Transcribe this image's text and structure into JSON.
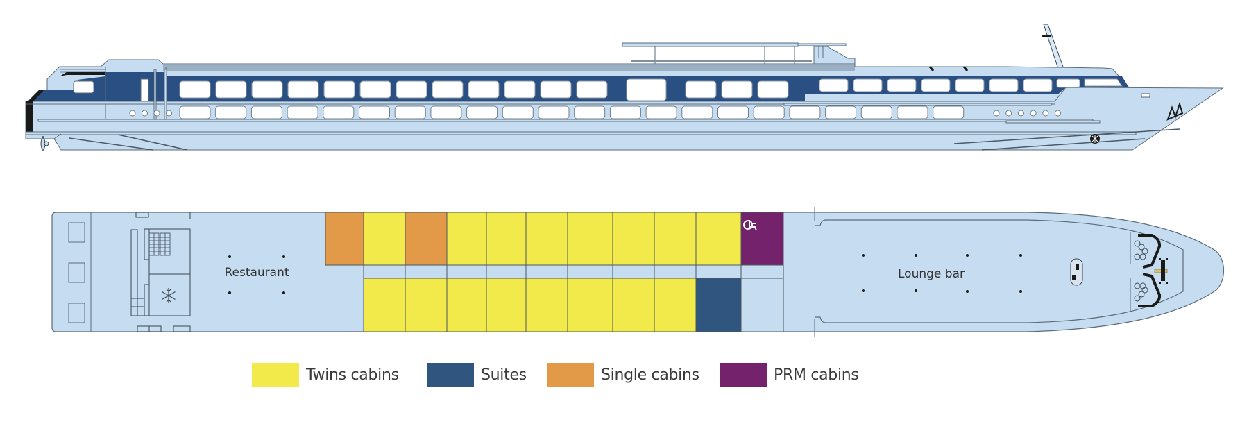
{
  "diagram": {
    "title_visible": false,
    "colors": {
      "hull": "#c6ddf1",
      "hull_stroke": "#5b6b7a",
      "band": "#2a4f82",
      "window": "#ffffff",
      "twin": "#f2ea4a",
      "suite": "#305680",
      "single": "#e39a48",
      "prm": "#74226b",
      "black": "#1a1a1a"
    },
    "profile_view": {
      "name": "side-elevation",
      "upper_windows_main": 12,
      "upper_windows_after_panorama": 3,
      "upper_windows_forward": 7,
      "lower_windows": 22,
      "stern_portholes": 4,
      "bow_portholes": 6
    },
    "deck_plan": {
      "rooms": {
        "restaurant": "Restaurant",
        "lounge": "Lounge bar"
      },
      "upper_row": [
        "single",
        "twin",
        "single",
        "twin",
        "twin",
        "twin",
        "twin",
        "twin",
        "twin",
        "twin",
        "prm"
      ],
      "lower_row": [
        "corridor",
        "twin",
        "twin",
        "twin",
        "twin",
        "twin",
        "twin",
        "twin",
        "twin",
        "suite",
        "corridor"
      ]
    },
    "legend": [
      {
        "key": "twin",
        "label": "Twins cabins"
      },
      {
        "key": "suite",
        "label": "Suites"
      },
      {
        "key": "single",
        "label": "Single cabins"
      },
      {
        "key": "prm",
        "label": "PRM cabins"
      }
    ],
    "icons": {
      "prm": "wheelchair-icon",
      "galley": "snowflake-icon"
    }
  }
}
